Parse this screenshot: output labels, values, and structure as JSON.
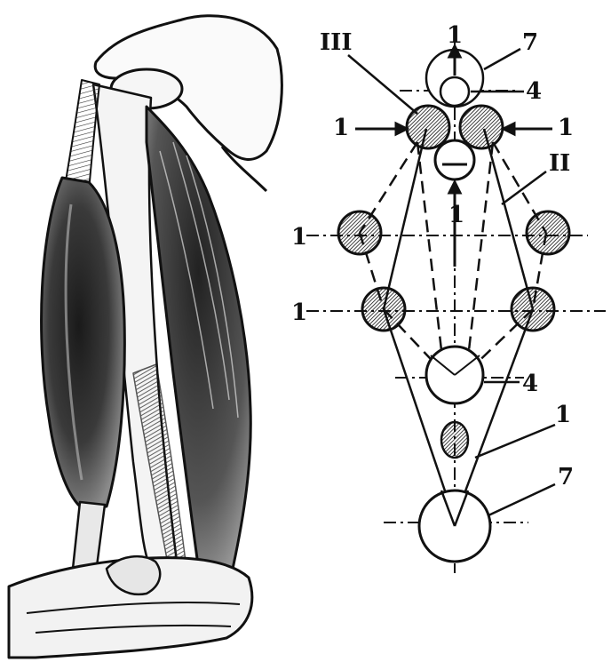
{
  "figure": {
    "colors": {
      "ink": "#111111",
      "paper": "#ffffff",
      "muscle_dark": "#2a2a2a",
      "muscle_mid": "#6b6b6b",
      "bone": "#f4f4f4"
    },
    "illustration": "arm-muscles-drawing",
    "labels": {
      "roman_3": "III",
      "roman_2": "II",
      "one_top": "1",
      "one_left_upper": "1",
      "one_right_upper": "1",
      "one_center": "1",
      "one_left_mid": "1",
      "one_left_lower": "1",
      "one_right_bottom": "1",
      "seven_top": "7",
      "seven_bottom": "7",
      "four_top": "4",
      "four_mid": "4"
    }
  }
}
